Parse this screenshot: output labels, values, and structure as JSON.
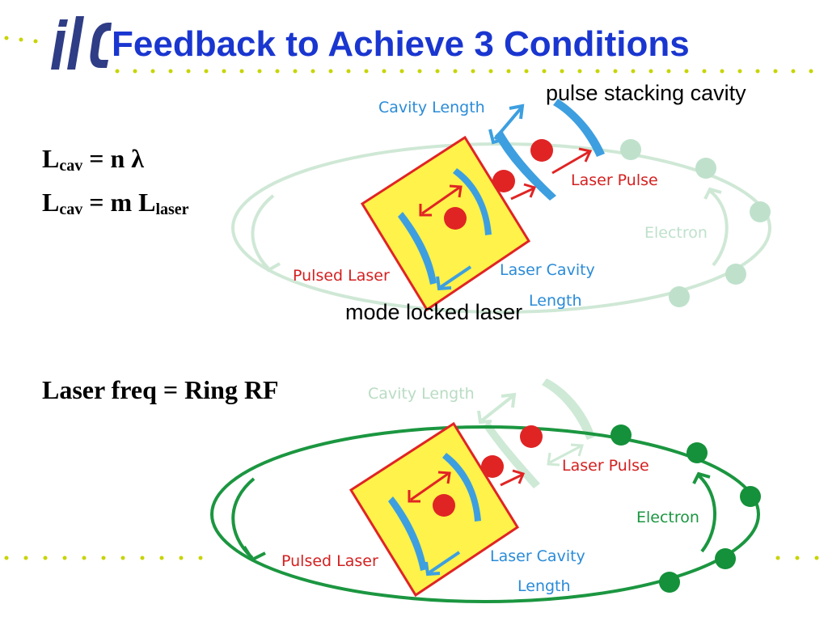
{
  "header": {
    "logo_text": "ilC",
    "title": "Feedback to Achieve 3 Conditions",
    "title_color": "#1a36d0",
    "dot_color": "#c8d400"
  },
  "equations": {
    "line1": {
      "base": "L",
      "sub": "cav",
      "rest": " = n λ"
    },
    "line2": {
      "base": "L",
      "sub": "cav",
      "rest": " = m L",
      "sub2": "laser"
    },
    "line3": "Laser freq = Ring RF"
  },
  "annotations": {
    "pulse_stacking_cavity": "pulse stacking cavity",
    "mode_locked_laser": "mode locked laser"
  },
  "diagram_top": {
    "cavity_length": "Cavity Length",
    "laser_pulse": "Laser Pulse",
    "electron": "Electron",
    "pulsed_laser": "Pulsed Laser",
    "laser_cavity": "Laser Cavity",
    "length": "Length",
    "ring_color": "#cfe8d6",
    "electron_color": "#bfe1cc"
  },
  "diagram_bottom": {
    "cavity_length": "Cavity Length",
    "laser_pulse": "Laser Pulse",
    "electron": "Electron",
    "pulsed_laser": "Pulsed Laser",
    "laser_cavity": "Laser Cavity",
    "length": "Length",
    "ring_color": "#1b9640",
    "electron_color": "#14913a"
  },
  "colors": {
    "laser_red": "#e02424",
    "mirror_blue": "#3d9fe0",
    "laser_box_fill": "#fff24a",
    "label_blue": "#2a8bd8",
    "label_red": "#d42020"
  }
}
